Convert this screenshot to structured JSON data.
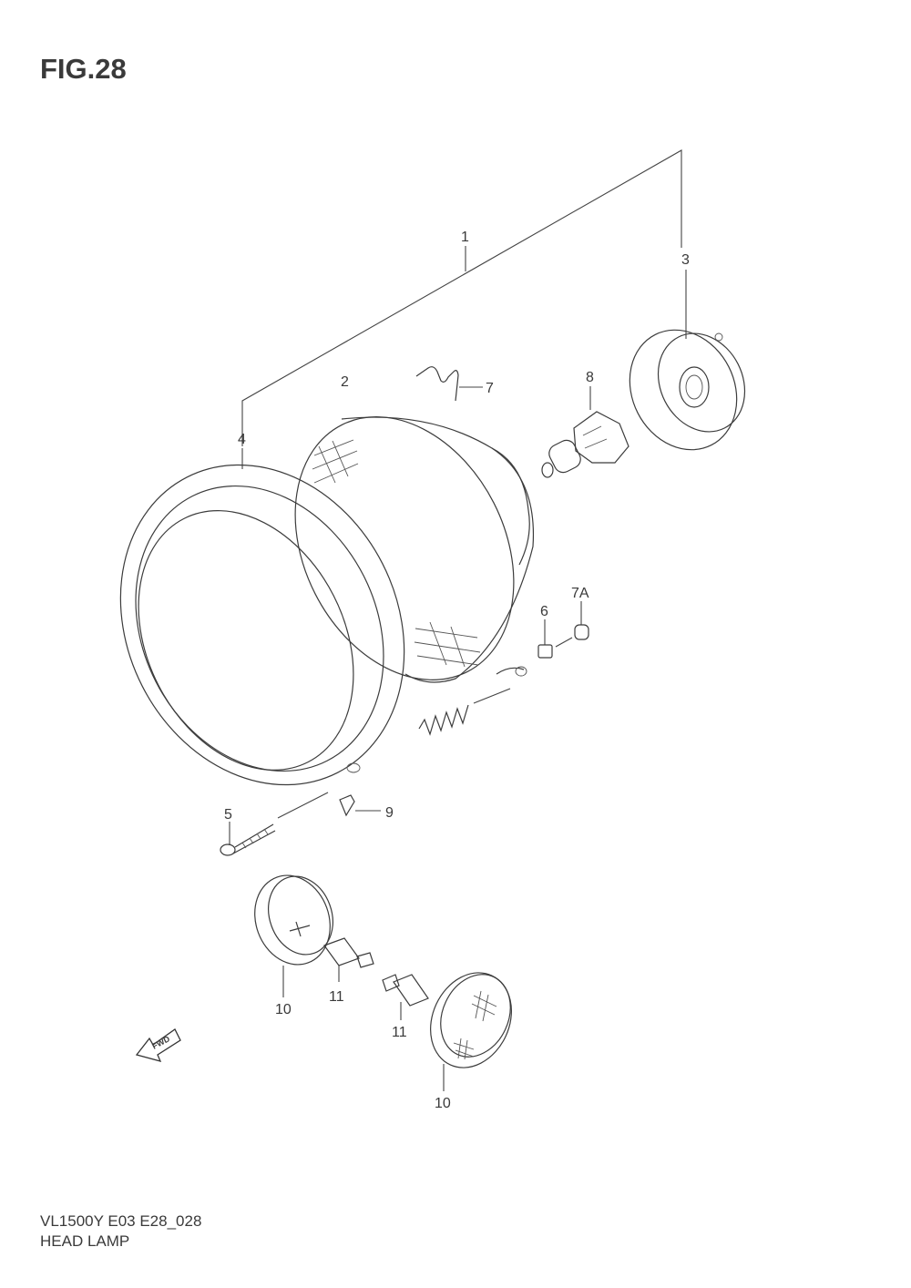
{
  "figure": {
    "title": "FIG.28",
    "model_code": "VL1500Y E03 E28_028",
    "section_name": "HEAD LAMP"
  },
  "callouts": {
    "c1": "1",
    "c2": "2",
    "c3": "3",
    "c4": "4",
    "c5": "5",
    "c6": "6",
    "c7": "7",
    "c7a": "7A",
    "c8": "8",
    "c9": "9",
    "c10a": "10",
    "c10b": "10",
    "c11a": "11",
    "c11b": "11"
  },
  "fwd_arrow": {
    "label": "FWD",
    "icon": "fwd-arrow-icon"
  },
  "colors": {
    "ink": "#3a3a3a",
    "background": "#ffffff"
  }
}
